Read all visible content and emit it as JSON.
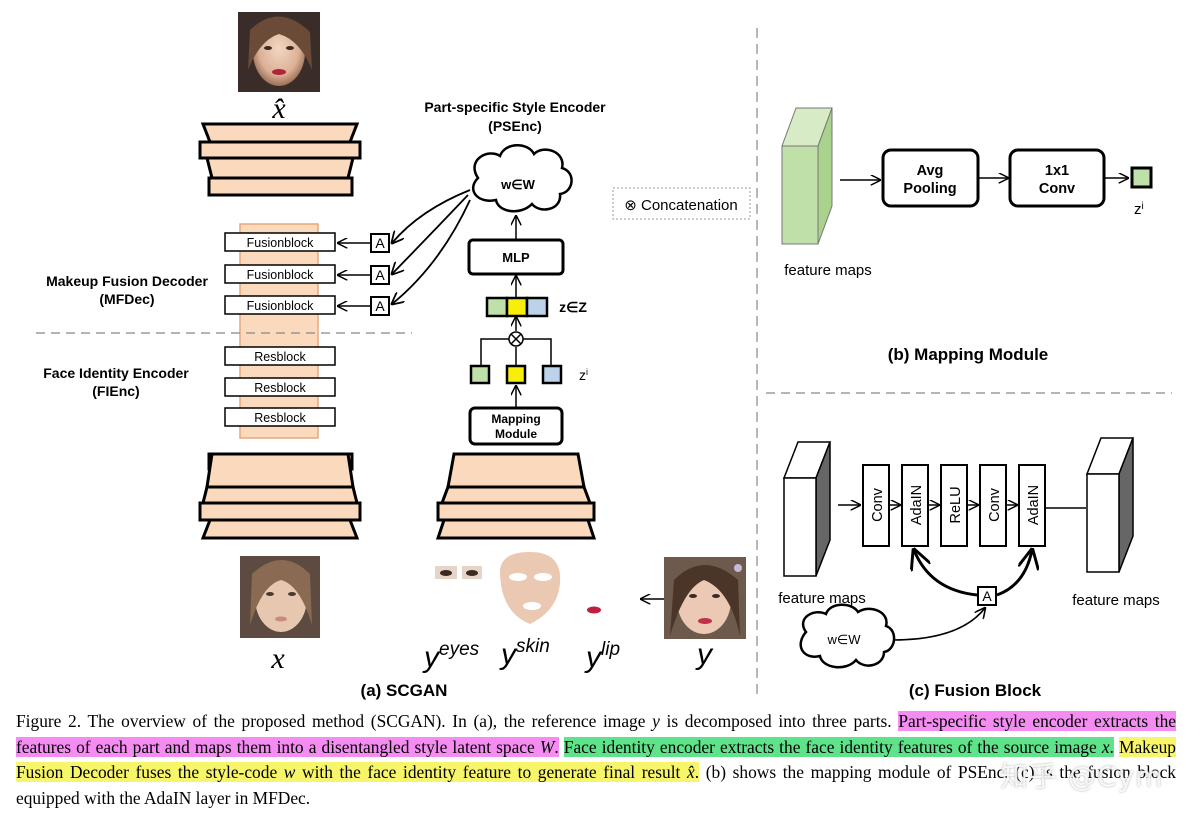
{
  "panel_a": {
    "title": "(a) SCGAN",
    "output_label": "x̂",
    "input_label": "x",
    "psenc_title_1": "Part-specific Style Encoder",
    "psenc_title_2": "(PSEnc)",
    "w_cloud": "w∈W",
    "mlp": "MLP",
    "z_label": "z∈Z",
    "zi_label": "zi",
    "mapping_1": "Mapping",
    "mapping_2": "Module",
    "a_box": "A",
    "fusionblock": "Fusionblock",
    "resblock": "Resblock",
    "mfdec_1": "Makeup Fusion Decoder",
    "mfdec_2": "(MFDec)",
    "fienc_1": "Face Identity Encoder",
    "fienc_2": "(FIEnc)",
    "y_eyes": "eyes",
    "y_skin": "skin",
    "y_lip": "lip",
    "y": "y",
    "y_base": "y"
  },
  "legend": {
    "concat": "⊗ Concatenation"
  },
  "panel_b": {
    "title": "(b) Mapping Module",
    "avg_1": "Avg",
    "avg_2": "Pooling",
    "conv_1": "1x1",
    "conv_2": "Conv",
    "feature_maps": "feature maps",
    "zi": "zi"
  },
  "panel_c": {
    "title": "(c) Fusion Block",
    "conv": "Conv",
    "adain": "AdaIN",
    "relu": "ReLU",
    "feature_maps_left": "feature maps",
    "feature_maps_right": "feature maps",
    "a_box": "A",
    "w_cloud": "w∈W"
  },
  "caption": {
    "s1": "Figure 2. The overview of the proposed method (SCGAN). In (a), the reference image ",
    "s1_var": "y",
    "s2": " is decomposed into three parts. ",
    "pink": "Part-specific style encoder extracts the features of each part and maps them into a disentangled style latent space ",
    "pink_var": "W",
    "pink_end": ".",
    "green": "Face identity encoder extracts the face identity features of the source image ",
    "green_var": "x",
    "green_end": ".",
    "yellow": "Makeup Fusion Decoder fuses the style-code ",
    "yellow_var": "w",
    "yellow_mid": " with the face identity feature to generate final result ",
    "yellow_var2": "x̂",
    "yellow_end": ".",
    "s3": " (b) shows the mapping module of PSEnc. (c) is the fusion block equipped with the AdaIN layer in MFDec."
  },
  "watermark": "知乎 @Cym",
  "colors": {
    "peach": "#fbd9bc",
    "green_map": "#bfe0a8",
    "yellow": "#f7ee0a",
    "blue": "#bcd2ea",
    "skin": "#e9c9b0",
    "hair": "#7a5a44"
  }
}
